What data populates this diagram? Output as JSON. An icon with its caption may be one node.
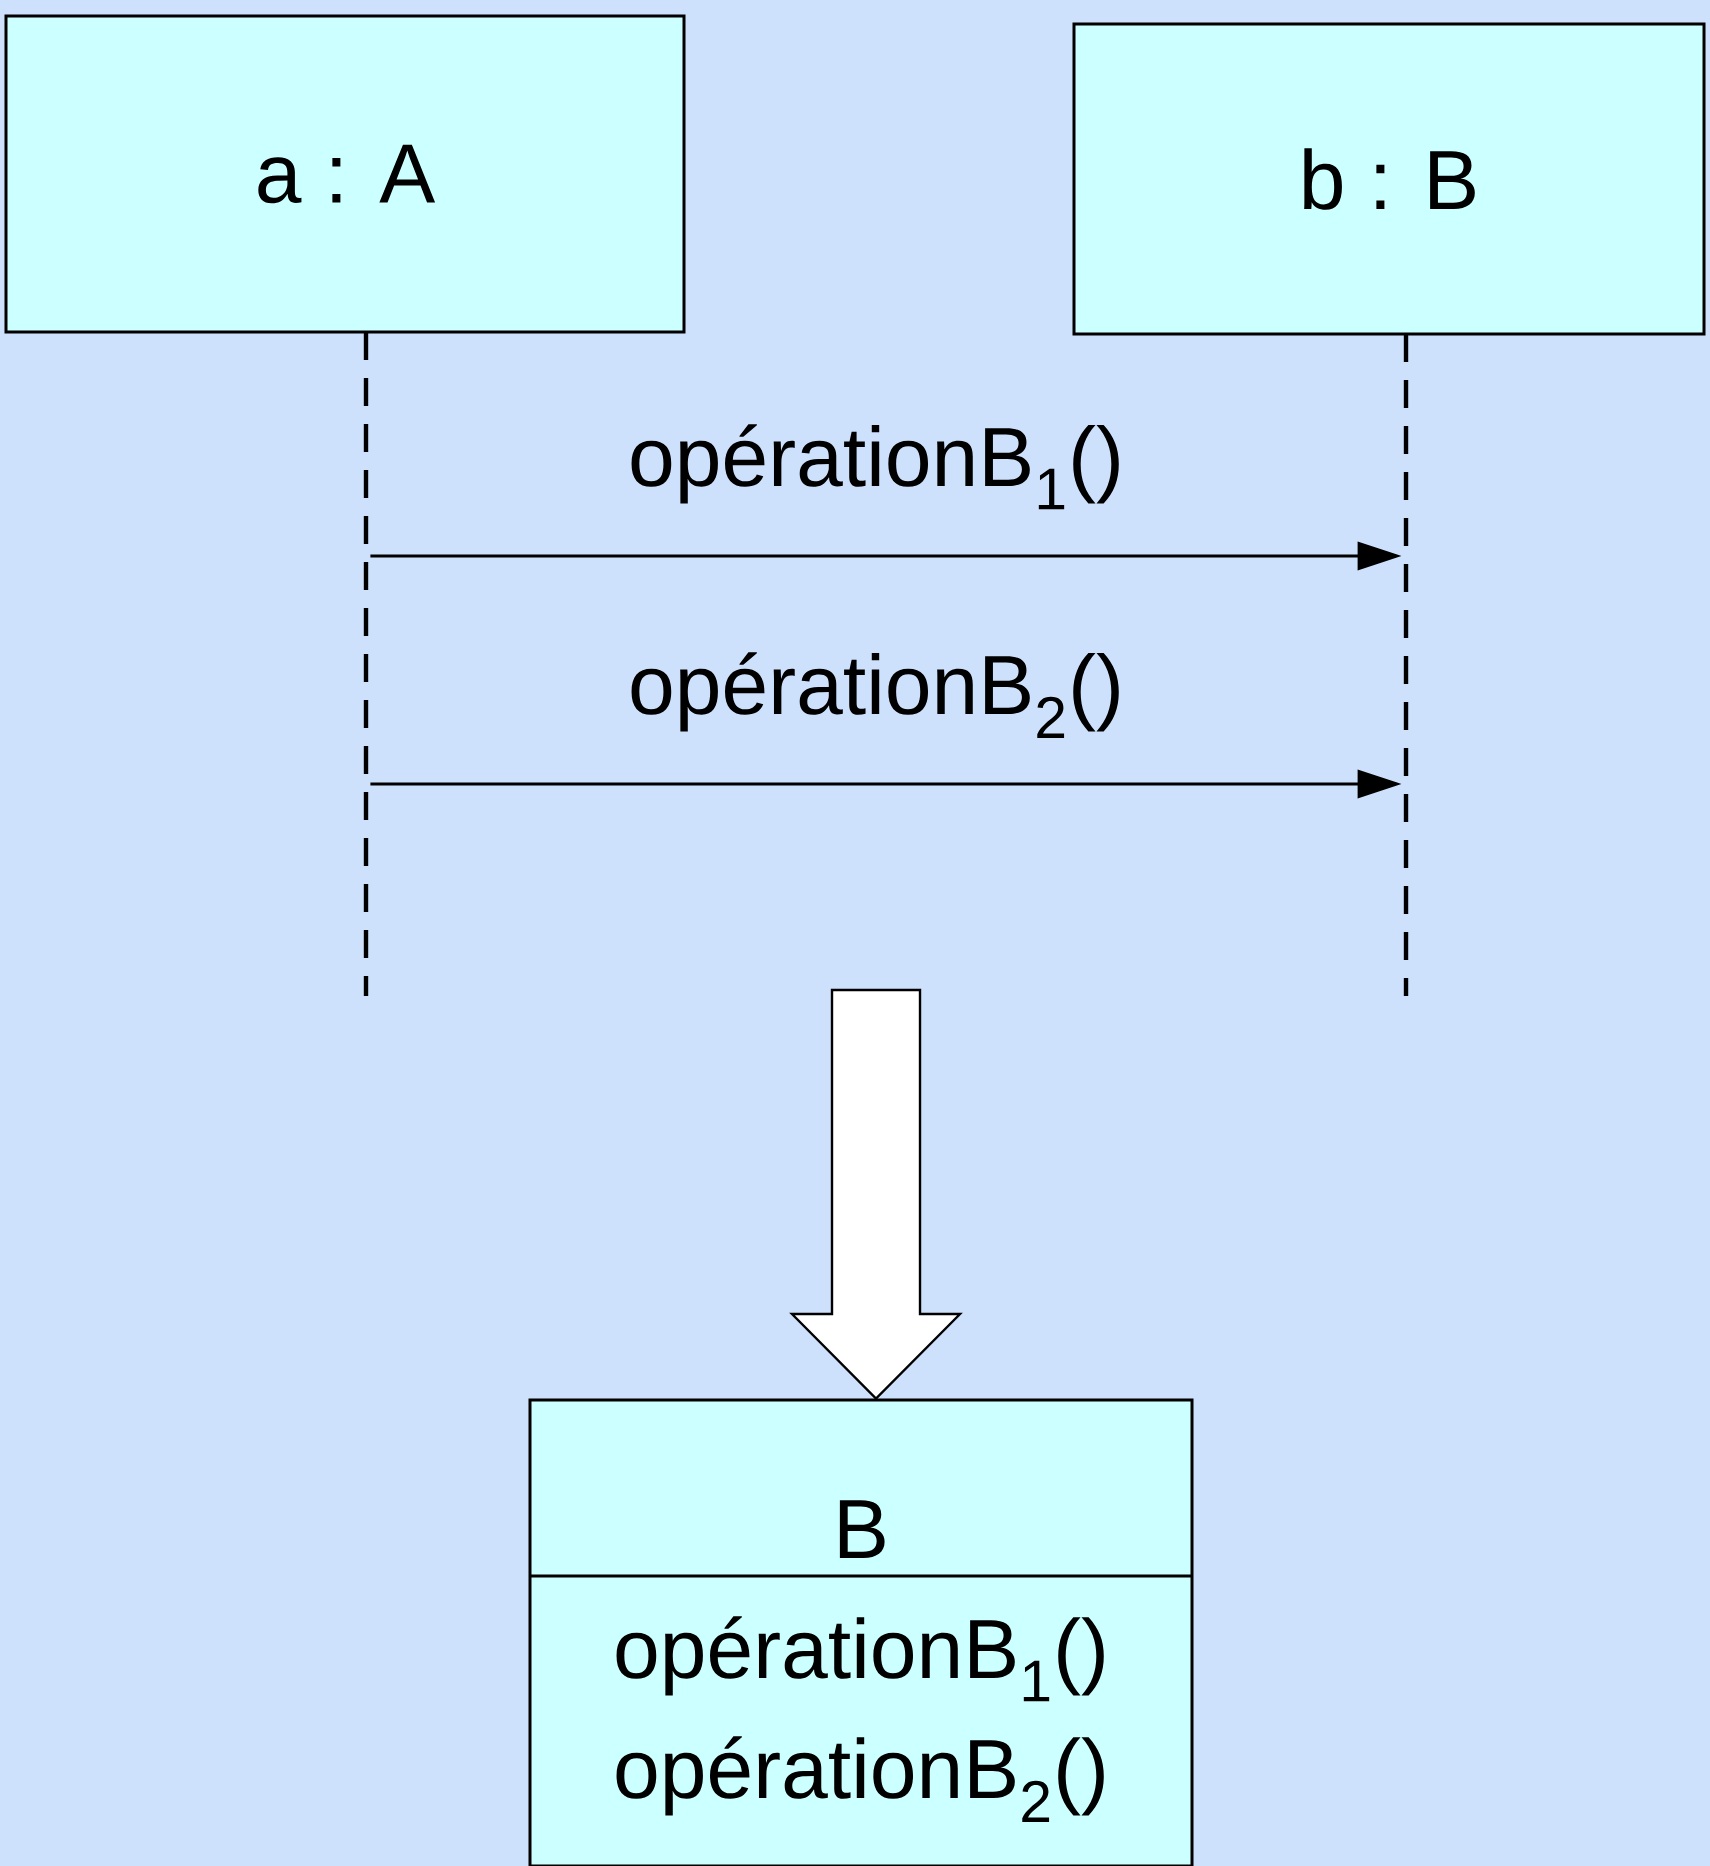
{
  "diagram": {
    "nodes": [
      {
        "text": [
          "a : A"
        ]
      },
      {
        "text": [
          "b : B"
        ]
      },
      {
        "text": [],
        "shape": "line"
      },
      {
        "text": [],
        "shape": "line"
      },
      {
        "text": [
          "B",
          "opérationB$_{1}$()",
          "opérationB$_{2}$()"
        ]
      }
    ],
    "edges": [
      {
        "from": 2,
        "to": 3,
        "arrow": "to",
        "label": "opérationB$_{1}$()"
      },
      {
        "from": 2,
        "to": 3,
        "arrow": "to",
        "label": "opérationB$_{2}$()"
      },
      {
        "from": null,
        "to": 4,
        "arrow": "to"
      }
    ]
  }
}
